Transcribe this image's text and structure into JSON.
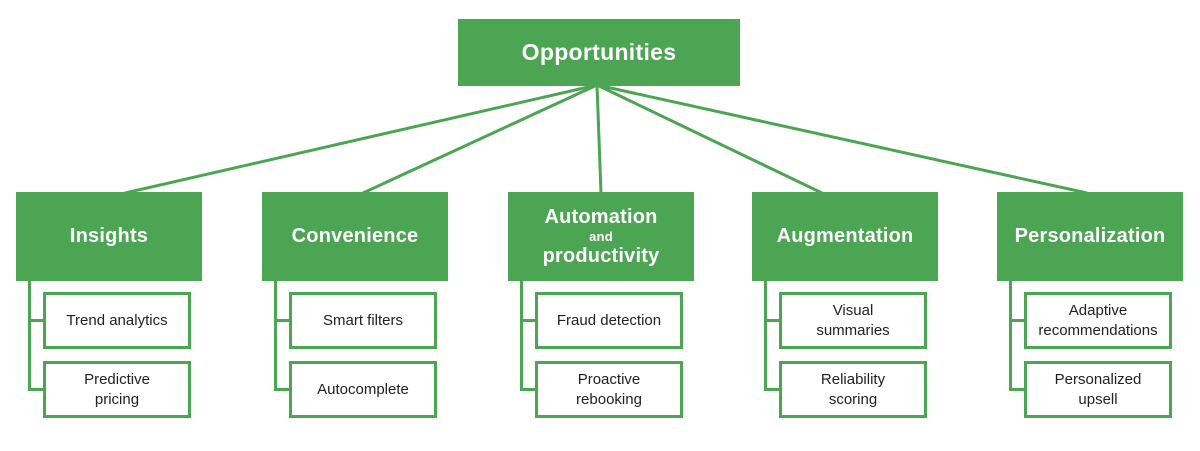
{
  "diagram": {
    "root": {
      "label": "Opportunities"
    },
    "branches": [
      {
        "title": "Insights",
        "children": [
          {
            "label": "Trend analytics"
          },
          {
            "label": "Predictive\npricing"
          }
        ]
      },
      {
        "title": "Convenience",
        "children": [
          {
            "label": "Smart filters"
          },
          {
            "label": "Autocomplete"
          }
        ]
      },
      {
        "title_line1": "Automation",
        "title_line2": "and",
        "title_line3": "productivity",
        "children": [
          {
            "label": "Fraud detection"
          },
          {
            "label": "Proactive\nrebooking"
          }
        ]
      },
      {
        "title": "Augmentation",
        "children": [
          {
            "label": "Visual\nsummaries"
          },
          {
            "label": "Reliability\nscoring"
          }
        ]
      },
      {
        "title": "Personalization",
        "children": [
          {
            "label": "Adaptive\nrecommendations"
          },
          {
            "label": "Personalized\nupsell"
          }
        ]
      }
    ],
    "colors": {
      "green": "#4ca553",
      "text_dark": "#212121",
      "text_light": "#ffffff",
      "background": "#ffffff"
    }
  }
}
